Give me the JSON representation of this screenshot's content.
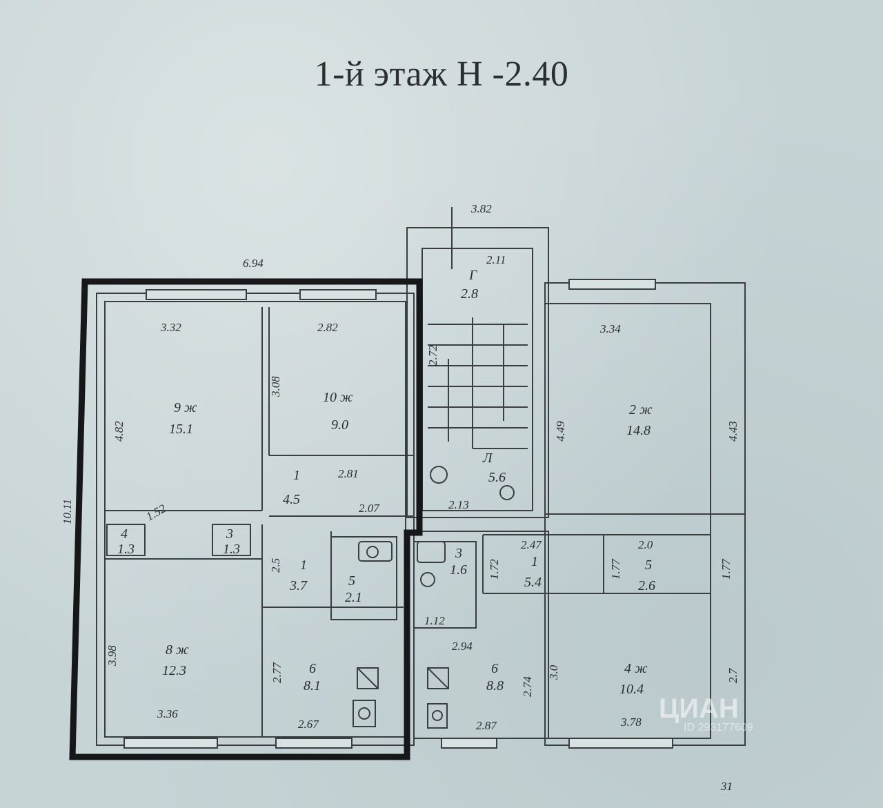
{
  "title": "1-й этаж Н -2.40",
  "dimensions": {
    "top_left_width": "6.94",
    "top_stair_width": "3.82",
    "left_height": "10.11",
    "bottom_right": "31",
    "r9_width": "3.32",
    "r9_height": "4.82",
    "r10_width": "2.82",
    "r10_height": "3.08",
    "r2_width": "3.34",
    "r2_height_left": "4.49",
    "r2_height_right": "4.43",
    "stair_top": "2.11",
    "stair_side": "2.72",
    "stair_bottom": "2.13",
    "corr_width": "2.81",
    "corr_bottom": "2.07",
    "r8_width": "3.36",
    "r8_height": "3.98",
    "r6_width": "2.67",
    "r6_height": "2.77",
    "r6b_width": "2.87",
    "r6b_top": "2.94",
    "r6b_height": "2.74",
    "r4_width": "3.78",
    "r4_height": "3.0",
    "r4_right": "2.7",
    "hall_width": "2.47",
    "hall_side": "1.72",
    "small_top": "2.0",
    "small_side": "1.77",
    "small_right": "1.77",
    "bath_width": "1.12",
    "wc_side": "2.5",
    "landing_side": "1.52"
  },
  "rooms": {
    "r9": {
      "num": "9 ж",
      "area": "15.1"
    },
    "r10": {
      "num": "10 ж",
      "area": "9.0"
    },
    "r2": {
      "num": "2 ж",
      "area": "14.8"
    },
    "stair": {
      "num": "Г",
      "area": "2.8"
    },
    "landing": {
      "num": "Л",
      "area": "5.6"
    },
    "corr": {
      "num": "1",
      "area": "4.5"
    },
    "wc1": {
      "num": "4",
      "area": "1.3"
    },
    "wc2": {
      "num": "3",
      "area": "1.3"
    },
    "hall": {
      "num": "1",
      "area": "3.7"
    },
    "bath1": {
      "num": "5",
      "area": "2.1"
    },
    "bath2": {
      "num": "3",
      "area": "1.6"
    },
    "hall2": {
      "num": "1",
      "area": "5.4"
    },
    "small": {
      "num": "5",
      "area": "2.6"
    },
    "r8": {
      "num": "8 ж",
      "area": "12.3"
    },
    "r6": {
      "num": "6",
      "area": "8.1"
    },
    "r6b": {
      "num": "6",
      "area": "8.8"
    },
    "r4": {
      "num": "4 ж",
      "area": "10.4"
    }
  },
  "watermark": {
    "brand": "ЦИАН",
    "id": "ID 293177609"
  }
}
